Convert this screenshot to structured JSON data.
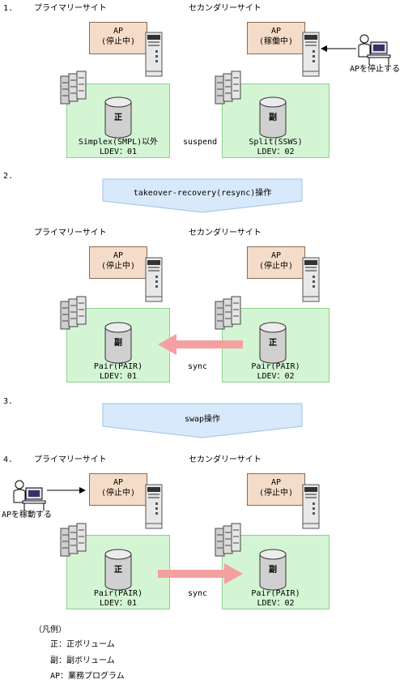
{
  "steps": [
    {
      "number": "1.",
      "primary_title": "プライマリーサイト",
      "secondary_title": "セカンダリーサイト",
      "primary_ap": [
        "AP",
        "(停止中)"
      ],
      "secondary_ap": [
        "AP",
        "(稼働中)"
      ],
      "primary_disk": "正",
      "secondary_disk": "副",
      "primary_status": "Simplex(SMPL)以外",
      "primary_ldev": "LDEV：01",
      "secondary_status": "Split(SSWS)",
      "secondary_ldev": "LDEV：02",
      "link_label": "suspend",
      "operator_label": "APを停止する"
    },
    {
      "number": "2.",
      "banner": "takeover-recovery(resync)操作"
    },
    {
      "number": "",
      "primary_title": "プライマリーサイト",
      "secondary_title": "セカンダリーサイト",
      "primary_ap": [
        "AP",
        "(停止中)"
      ],
      "secondary_ap": [
        "AP",
        "(停止中)"
      ],
      "primary_disk": "副",
      "secondary_disk": "正",
      "primary_status": "Pair(PAIR)",
      "primary_ldev": "LDEV：01",
      "secondary_status": "Pair(PAIR)",
      "secondary_ldev": "LDEV：02",
      "link_label": "sync"
    },
    {
      "number": "3.",
      "banner": "swap操作"
    },
    {
      "number": "4.",
      "primary_title": "プライマリーサイト",
      "secondary_title": "セカンダリーサイト",
      "primary_ap": [
        "AP",
        "(停止中)"
      ],
      "secondary_ap": [
        "AP",
        "(停止中)"
      ],
      "primary_disk": "正",
      "secondary_disk": "副",
      "primary_status": "Pair(PAIR)",
      "primary_ldev": "LDEV：01",
      "secondary_status": "Pair(PAIR)",
      "secondary_ldev": "LDEV：02",
      "link_label": "sync",
      "operator_label": "APを稼動する"
    }
  ],
  "legend": {
    "title": "（凡例）",
    "items": [
      "正：正ボリューム",
      "副：副ボリューム",
      "AP：業務プログラム"
    ]
  },
  "colors": {
    "ap_fill": "#f5dcc8",
    "site_fill": "#d4f5d4",
    "banner_fill": "#d7e9fb",
    "sync_arrow": "#f4a0a0"
  }
}
